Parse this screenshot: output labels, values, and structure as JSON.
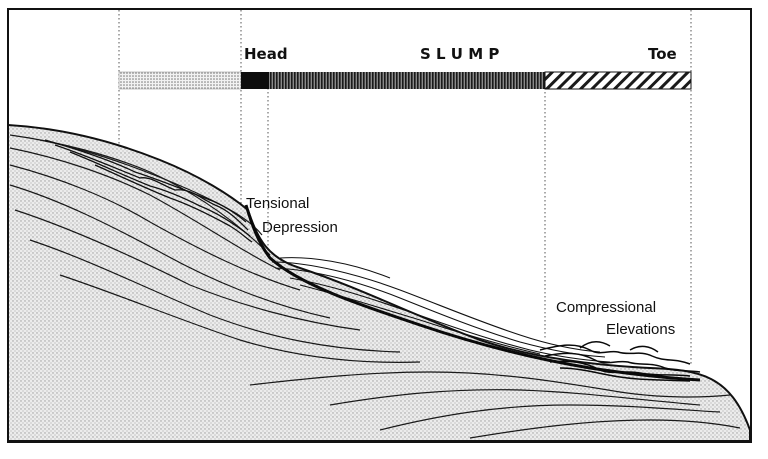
{
  "labels": {
    "head": "Head",
    "slump": "S L U M P",
    "toe": "Toe",
    "tensional_line1": "Tensional",
    "tensional_line2": "Depression",
    "compressional_line1": "Compressional",
    "compressional_line2": "Elevations"
  },
  "colors": {
    "ink": "#111111",
    "stipple": "#cfcfcf",
    "background": "#ffffff"
  }
}
